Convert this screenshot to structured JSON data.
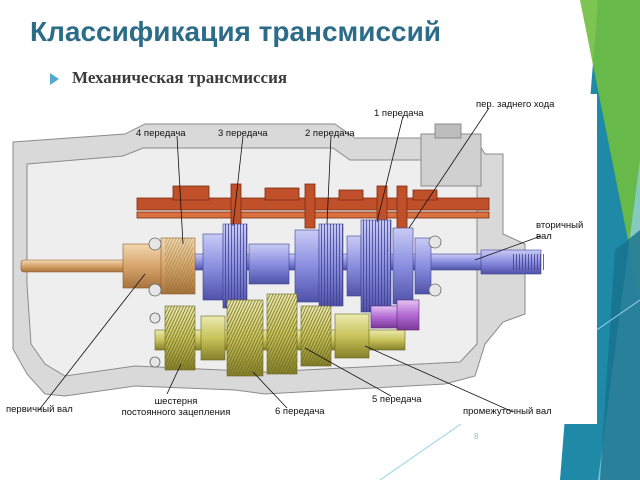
{
  "slide": {
    "title": "Классификация трансмиссий",
    "bullet": "Механическая трансмиссия",
    "page_number": "8"
  },
  "diagram": {
    "callouts": {
      "gear4": "4 передача",
      "gear3": "3 передача",
      "gear2": "2 передача",
      "gear1": "1 передача",
      "reverse": "пер. заднего хода",
      "secondary_shaft_line1": "вторичный",
      "secondary_shaft_line2": "вал",
      "primary_shaft": "первичный вал",
      "constant_mesh_line1": "шестерня",
      "constant_mesh_line2": "постоянного зацепления",
      "gear6": "6 передача",
      "gear5": "5 передача",
      "intermediate_shaft": "промежуточный вал"
    }
  },
  "colors": {
    "title": "#2c6c89",
    "accent_green": "#6fbe3f",
    "accent_teal": "#1e8aa8",
    "housing": "#c9c9c9",
    "fork_rail": "#c0502a",
    "primary_shaft": "#d7a56d",
    "secondary_gears": "#8a8ee0",
    "intermediate_gears": "#c8c35a",
    "reverse_gear": "#b46ad4"
  }
}
